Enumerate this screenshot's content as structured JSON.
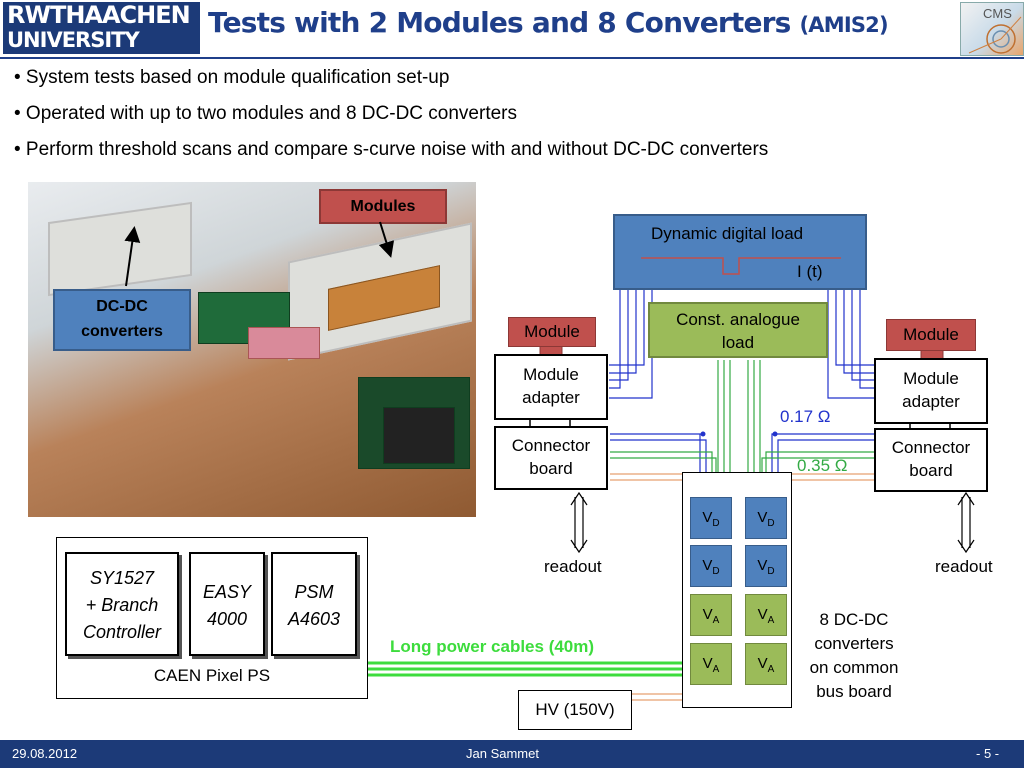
{
  "header": {
    "logo_line1": "RWTHAACHEN",
    "logo_line2": "UNIVERSITY",
    "title": "Tests with 2 Modules and 8 Converters",
    "title_suffix": "(AMIS2)",
    "cms_label": "CMS"
  },
  "bullets": [
    "• System tests based on module qualification set-up",
    "• Operated with up to two modules and 8 DC-DC converters",
    "• Perform threshold scans and compare s-curve noise with and without DC-DC converters"
  ],
  "photo": {
    "modules_label": "Modules",
    "dcdc_label_1": "DC-DC",
    "dcdc_label_2": "converters"
  },
  "diagram": {
    "dynamic_load": "Dynamic digital load",
    "it_label": "I (t)",
    "const_load_1": "Const. analogue",
    "const_load_2": "load",
    "module_left": "Module",
    "module_right": "Module",
    "adapter_1": "Module",
    "adapter_2": "adapter",
    "connector_1": "Connector",
    "connector_2": "board",
    "r1": "0.17 Ω",
    "r2": "0.35 Ω",
    "readout": "readout",
    "vd_main": "V",
    "vd_sub": "D",
    "va_main": "V",
    "va_sub": "A",
    "converters_1": "8 DC-DC",
    "converters_2": "converters",
    "converters_3": "on common",
    "converters_4": "bus board",
    "cables": "Long power cables (40m)",
    "hv": "HV (150V)",
    "colors": {
      "blue": "#4f81bd",
      "green": "#9bbb59",
      "red": "#c0504d",
      "cable_green": "#3ddc3d"
    }
  },
  "ps": {
    "sy_1": "SY1527",
    "sy_2": "+ Branch",
    "sy_3": "Controller",
    "easy_1": "EASY",
    "easy_2": "4000",
    "psm_1": "PSM",
    "psm_2": "A4603",
    "caption": "CAEN Pixel PS"
  },
  "footer": {
    "date": "29.08.2012",
    "author": "Jan Sammet",
    "page": "- 5 -"
  }
}
